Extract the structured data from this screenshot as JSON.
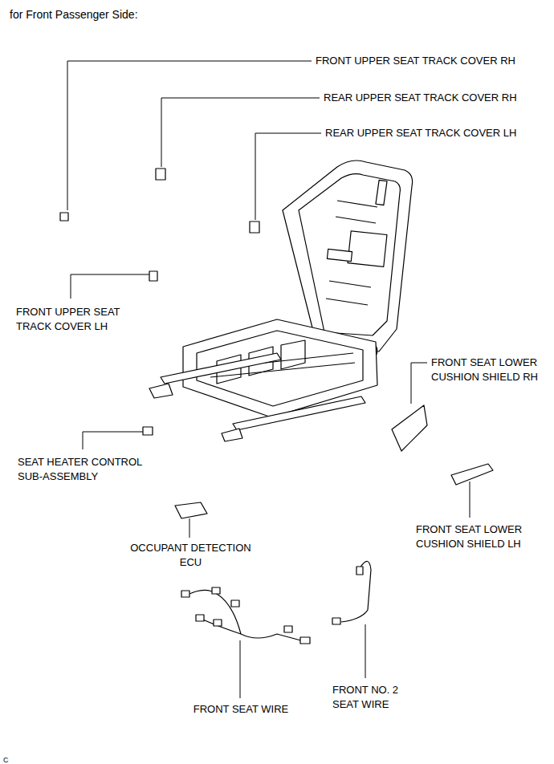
{
  "diagram": {
    "title": "for Front Passenger Side:",
    "labels": [
      "FRONT UPPER SEAT TRACK COVER RH",
      "REAR UPPER SEAT TRACK COVER RH",
      "REAR UPPER SEAT TRACK COVER LH",
      "FRONT UPPER SEAT TRACK COVER LH",
      "FRONT SEAT LOWER CUSHION SHIELD RH",
      "SEAT HEATER CONTROL SUB-ASSEMBLY",
      "OCCUPANT DETECTION ECU",
      "FRONT SEAT LOWER CUSHION SHIELD LH",
      "FRONT SEAT WIRE",
      "FRONT NO. 2 SEAT WIRE",
      "C"
    ]
  }
}
